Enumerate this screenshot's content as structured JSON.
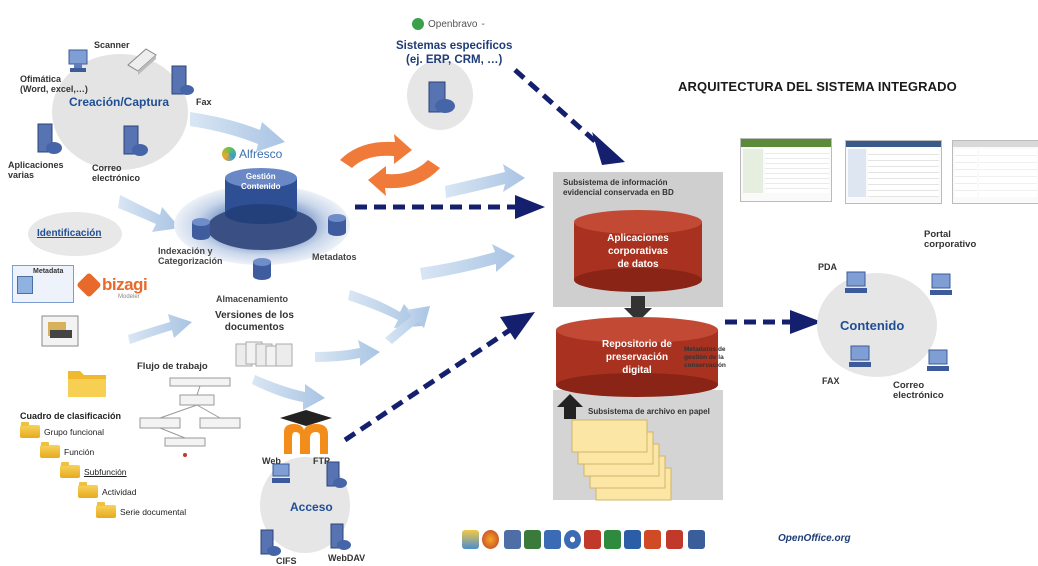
{
  "title": "ARQUITECTURA DEL SISTEMA INTEGRADO",
  "creacion": {
    "center": "Creación/Captura",
    "scanner": "Scanner",
    "ofimatica": "Ofimática\n(Word, excel,…)",
    "fax": "Fax",
    "aplicaciones": "Aplicaciones\nvarias",
    "correo": "Correo\nelectrónico"
  },
  "openbravo": {
    "brand": "Openbravo",
    "sistemas": "Sistemas especificos\n(ej. ERP, CRM, …)"
  },
  "alfresco": {
    "brand": "Alfresco",
    "gestion": "Gestión\nContenido",
    "indexacion": "Indexación y\nCategorización",
    "metadatos": "Metadatos",
    "almacenamiento": "Almacenamiento"
  },
  "identificacion": "Identificación",
  "bizagi": {
    "brand": "bizagi",
    "sub": "Modeler"
  },
  "metadata_card": "Metadata",
  "versiones": "Versiones de los\ndocumentos",
  "flujo": "Flujo de trabajo",
  "cuadro": {
    "title": "Cuadro de clasificación",
    "items": [
      "Grupo funcional",
      "Función",
      "Subfunción",
      "Actividad",
      "Serie documental"
    ]
  },
  "acceso": {
    "center": "Acceso",
    "web": "Web",
    "ftp": "FTP",
    "cifs": "CIFS",
    "webdav": "WebDAV"
  },
  "subsistema_bd": "Subsistema de información\nevidencial conservada en BD",
  "aplicaciones_corp": "Aplicaciones\ncorporativas\nde datos",
  "repositorio": "Repositorio de\npreservación\ndigital",
  "metadatos_side": "Metadatos de\ngestión de la\nconservación",
  "subsistema_papel": "Subsistema de archivo en papel",
  "contenido": {
    "center": "Contenido",
    "pda": "PDA",
    "portal": "Portal\ncorporativo",
    "fax": "FAX",
    "correo": "Correo\nelectrónico"
  },
  "openoffice": "OpenOffice.org",
  "colors": {
    "title": "#1a1a1a",
    "accent_blue": "#1f4e96",
    "arrow_dark": "#14206e",
    "db_red": "#a8321f",
    "light_arrow": "#b8cfe8",
    "orange": "#f07a3a"
  }
}
